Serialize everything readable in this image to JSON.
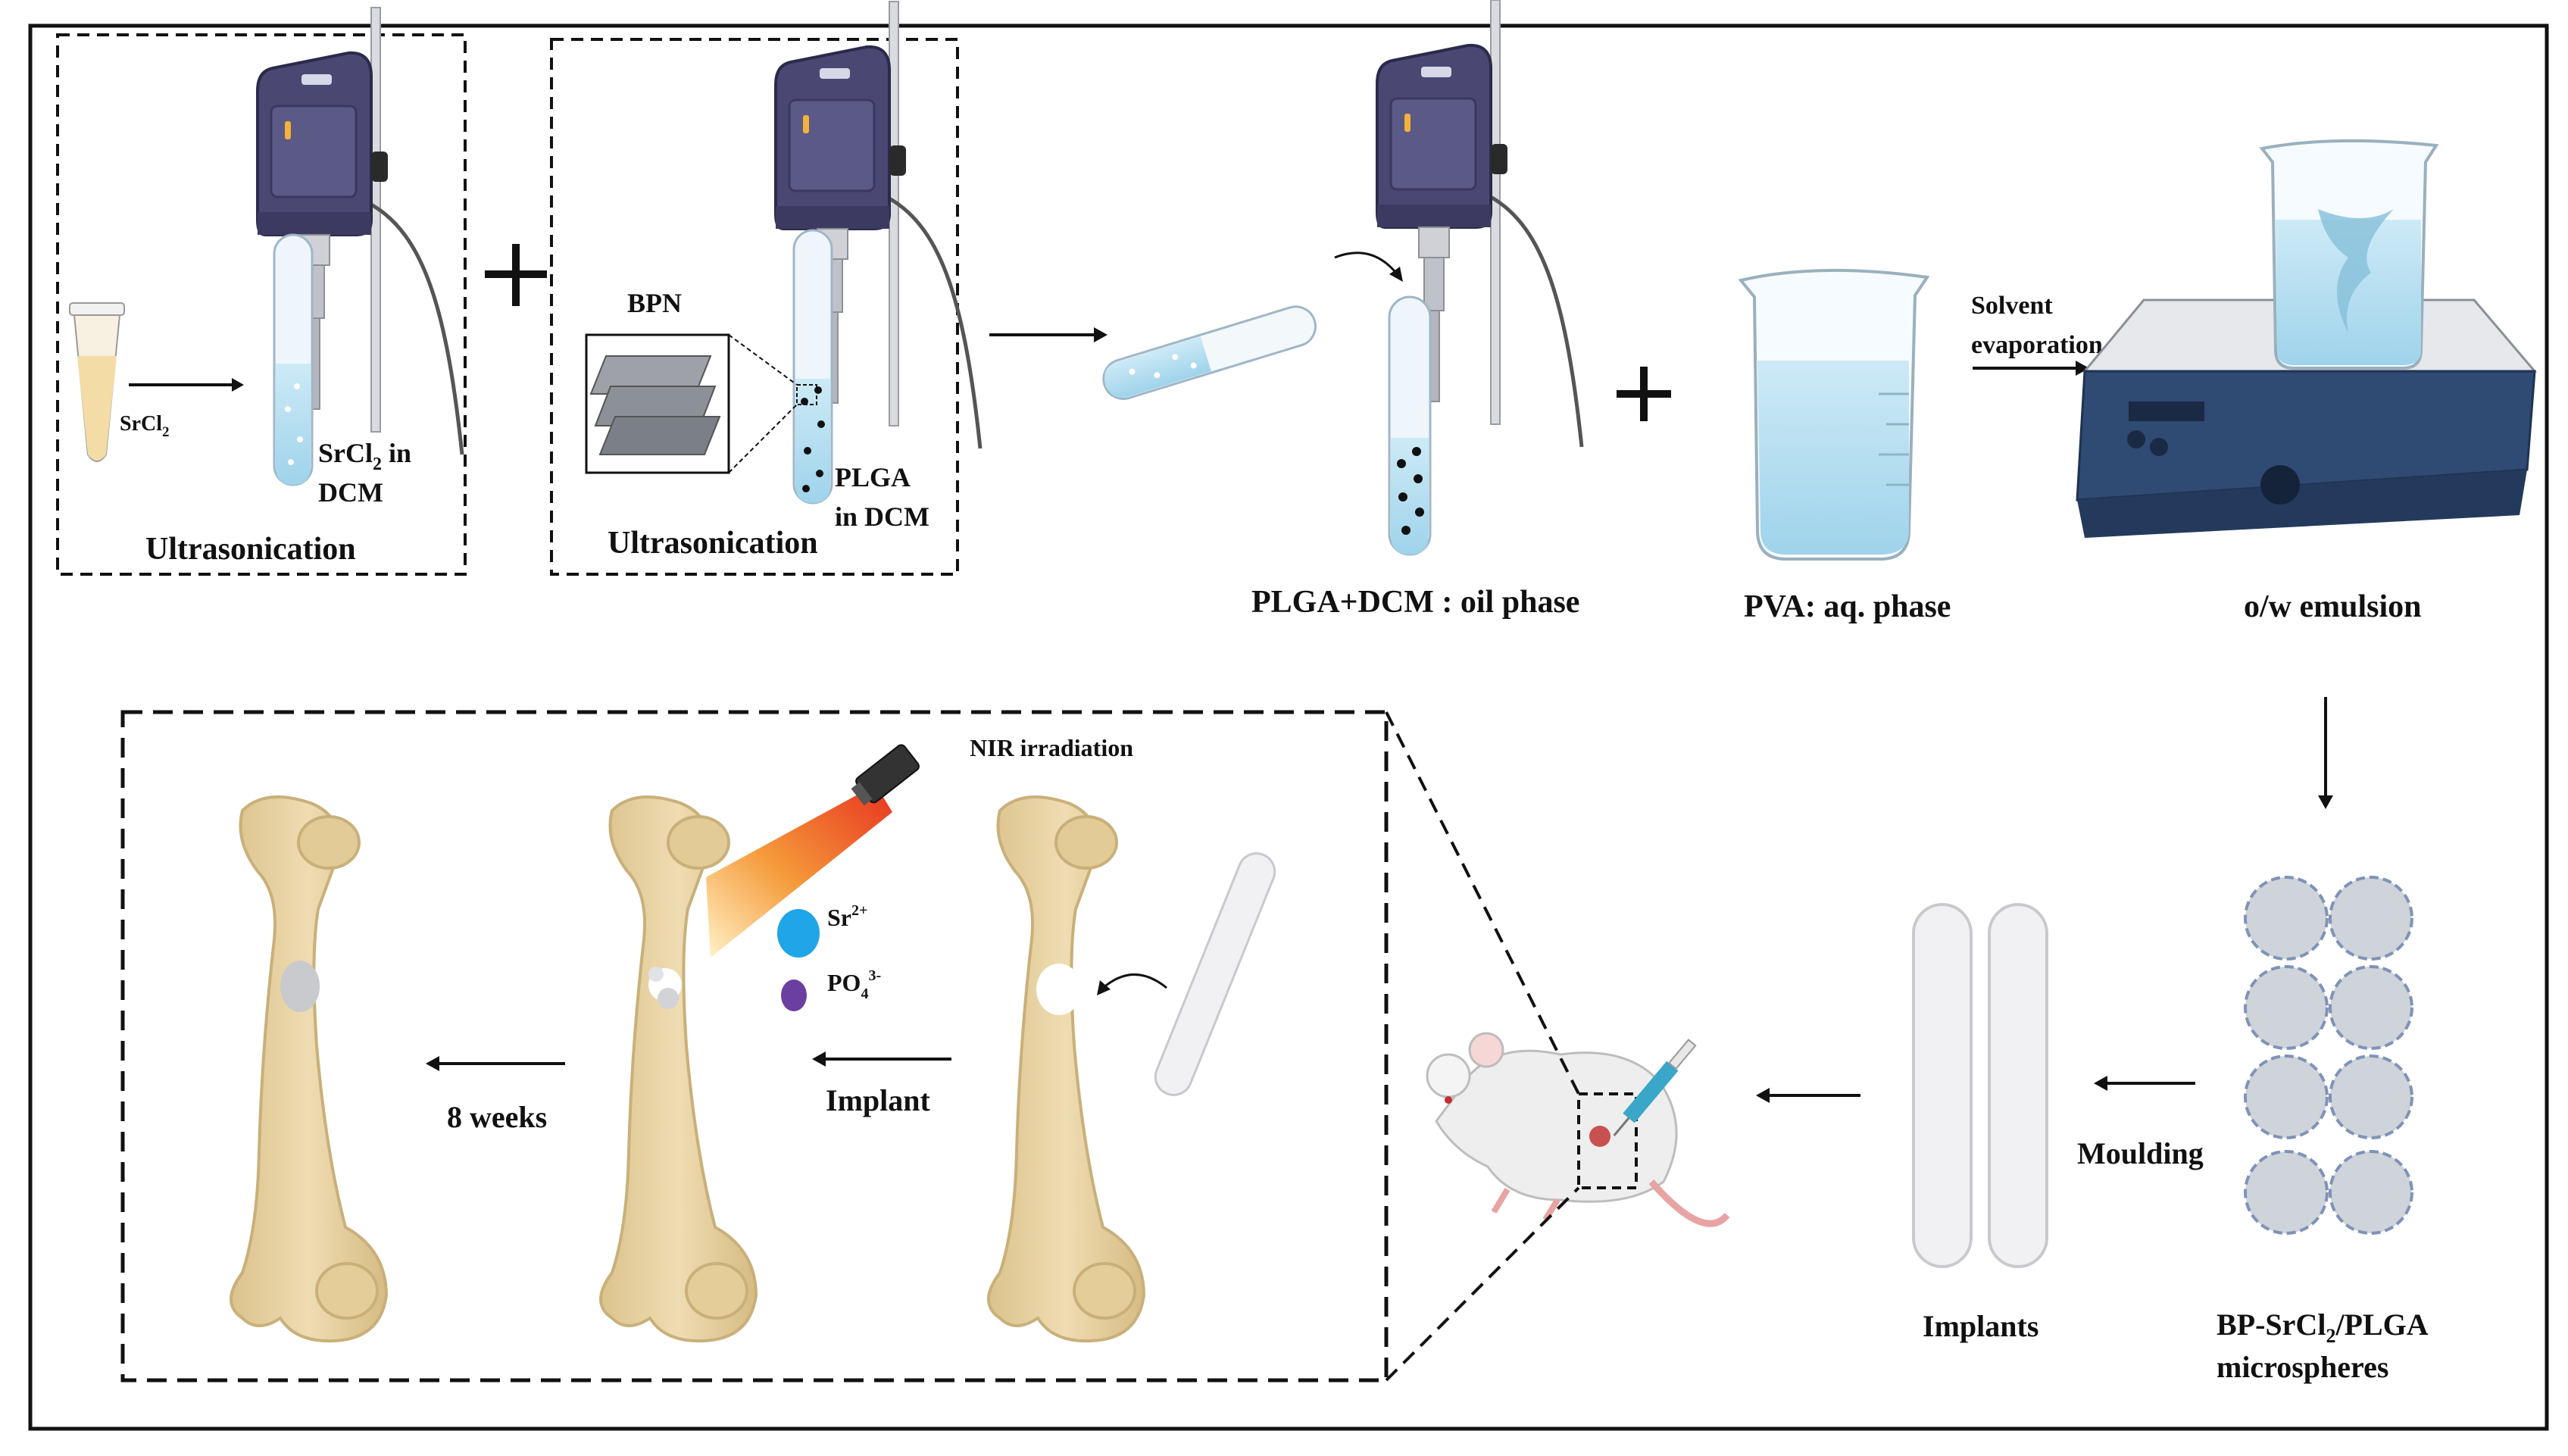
{
  "step1": {
    "reagent": "SrCl",
    "reagent_sub": "2",
    "product_line1_a": "SrCl",
    "product_line1_sub": "2",
    "product_line1_b": " in",
    "product_line2": "DCM",
    "caption": "Ultrasonication"
  },
  "step2": {
    "inset_label": "BPN",
    "product_line1": "PLGA",
    "product_line2": "in DCM",
    "caption": "Ultrasonication"
  },
  "oil_phase": {
    "caption": "PLGA+DCM : oil phase"
  },
  "aq_phase": {
    "caption": "PVA: aq. phase"
  },
  "evaporation": {
    "line1": "Solvent",
    "line2": "evaporation"
  },
  "emulsion": {
    "caption": "o/w emulsion"
  },
  "microspheres": {
    "line1_a": "BP-SrCl",
    "line1_sub": "2",
    "line1_b": "/PLGA",
    "line2": "microspheres"
  },
  "moulding": {
    "label": "Moulding"
  },
  "implants": {
    "caption": "Implants"
  },
  "bone_panel": {
    "nir_label": "NIR irradiation",
    "ion1": "Sr",
    "ion1_sup": "2+",
    "ion2": "PO",
    "ion2_sub": "4",
    "ion2_sup": "3-",
    "implant_label": "Implant",
    "weeks_label": "8 weeks"
  },
  "colors": {
    "device_body": "#4a4873",
    "device_screen": "#5b5985",
    "tube_liquid": "#bfe3f3",
    "beaker_liquid": "#a9d8ee",
    "bone": "#e8d3a4",
    "bone_outline": "#c9b07a",
    "stirrer": "#2f4a73",
    "sr_ion": "#1fa5e8",
    "po4_ion": "#6a3fa0",
    "microsphere": "#cfd3da",
    "microsphere_border": "#7f93b8",
    "implant": "#f1f1f3"
  }
}
